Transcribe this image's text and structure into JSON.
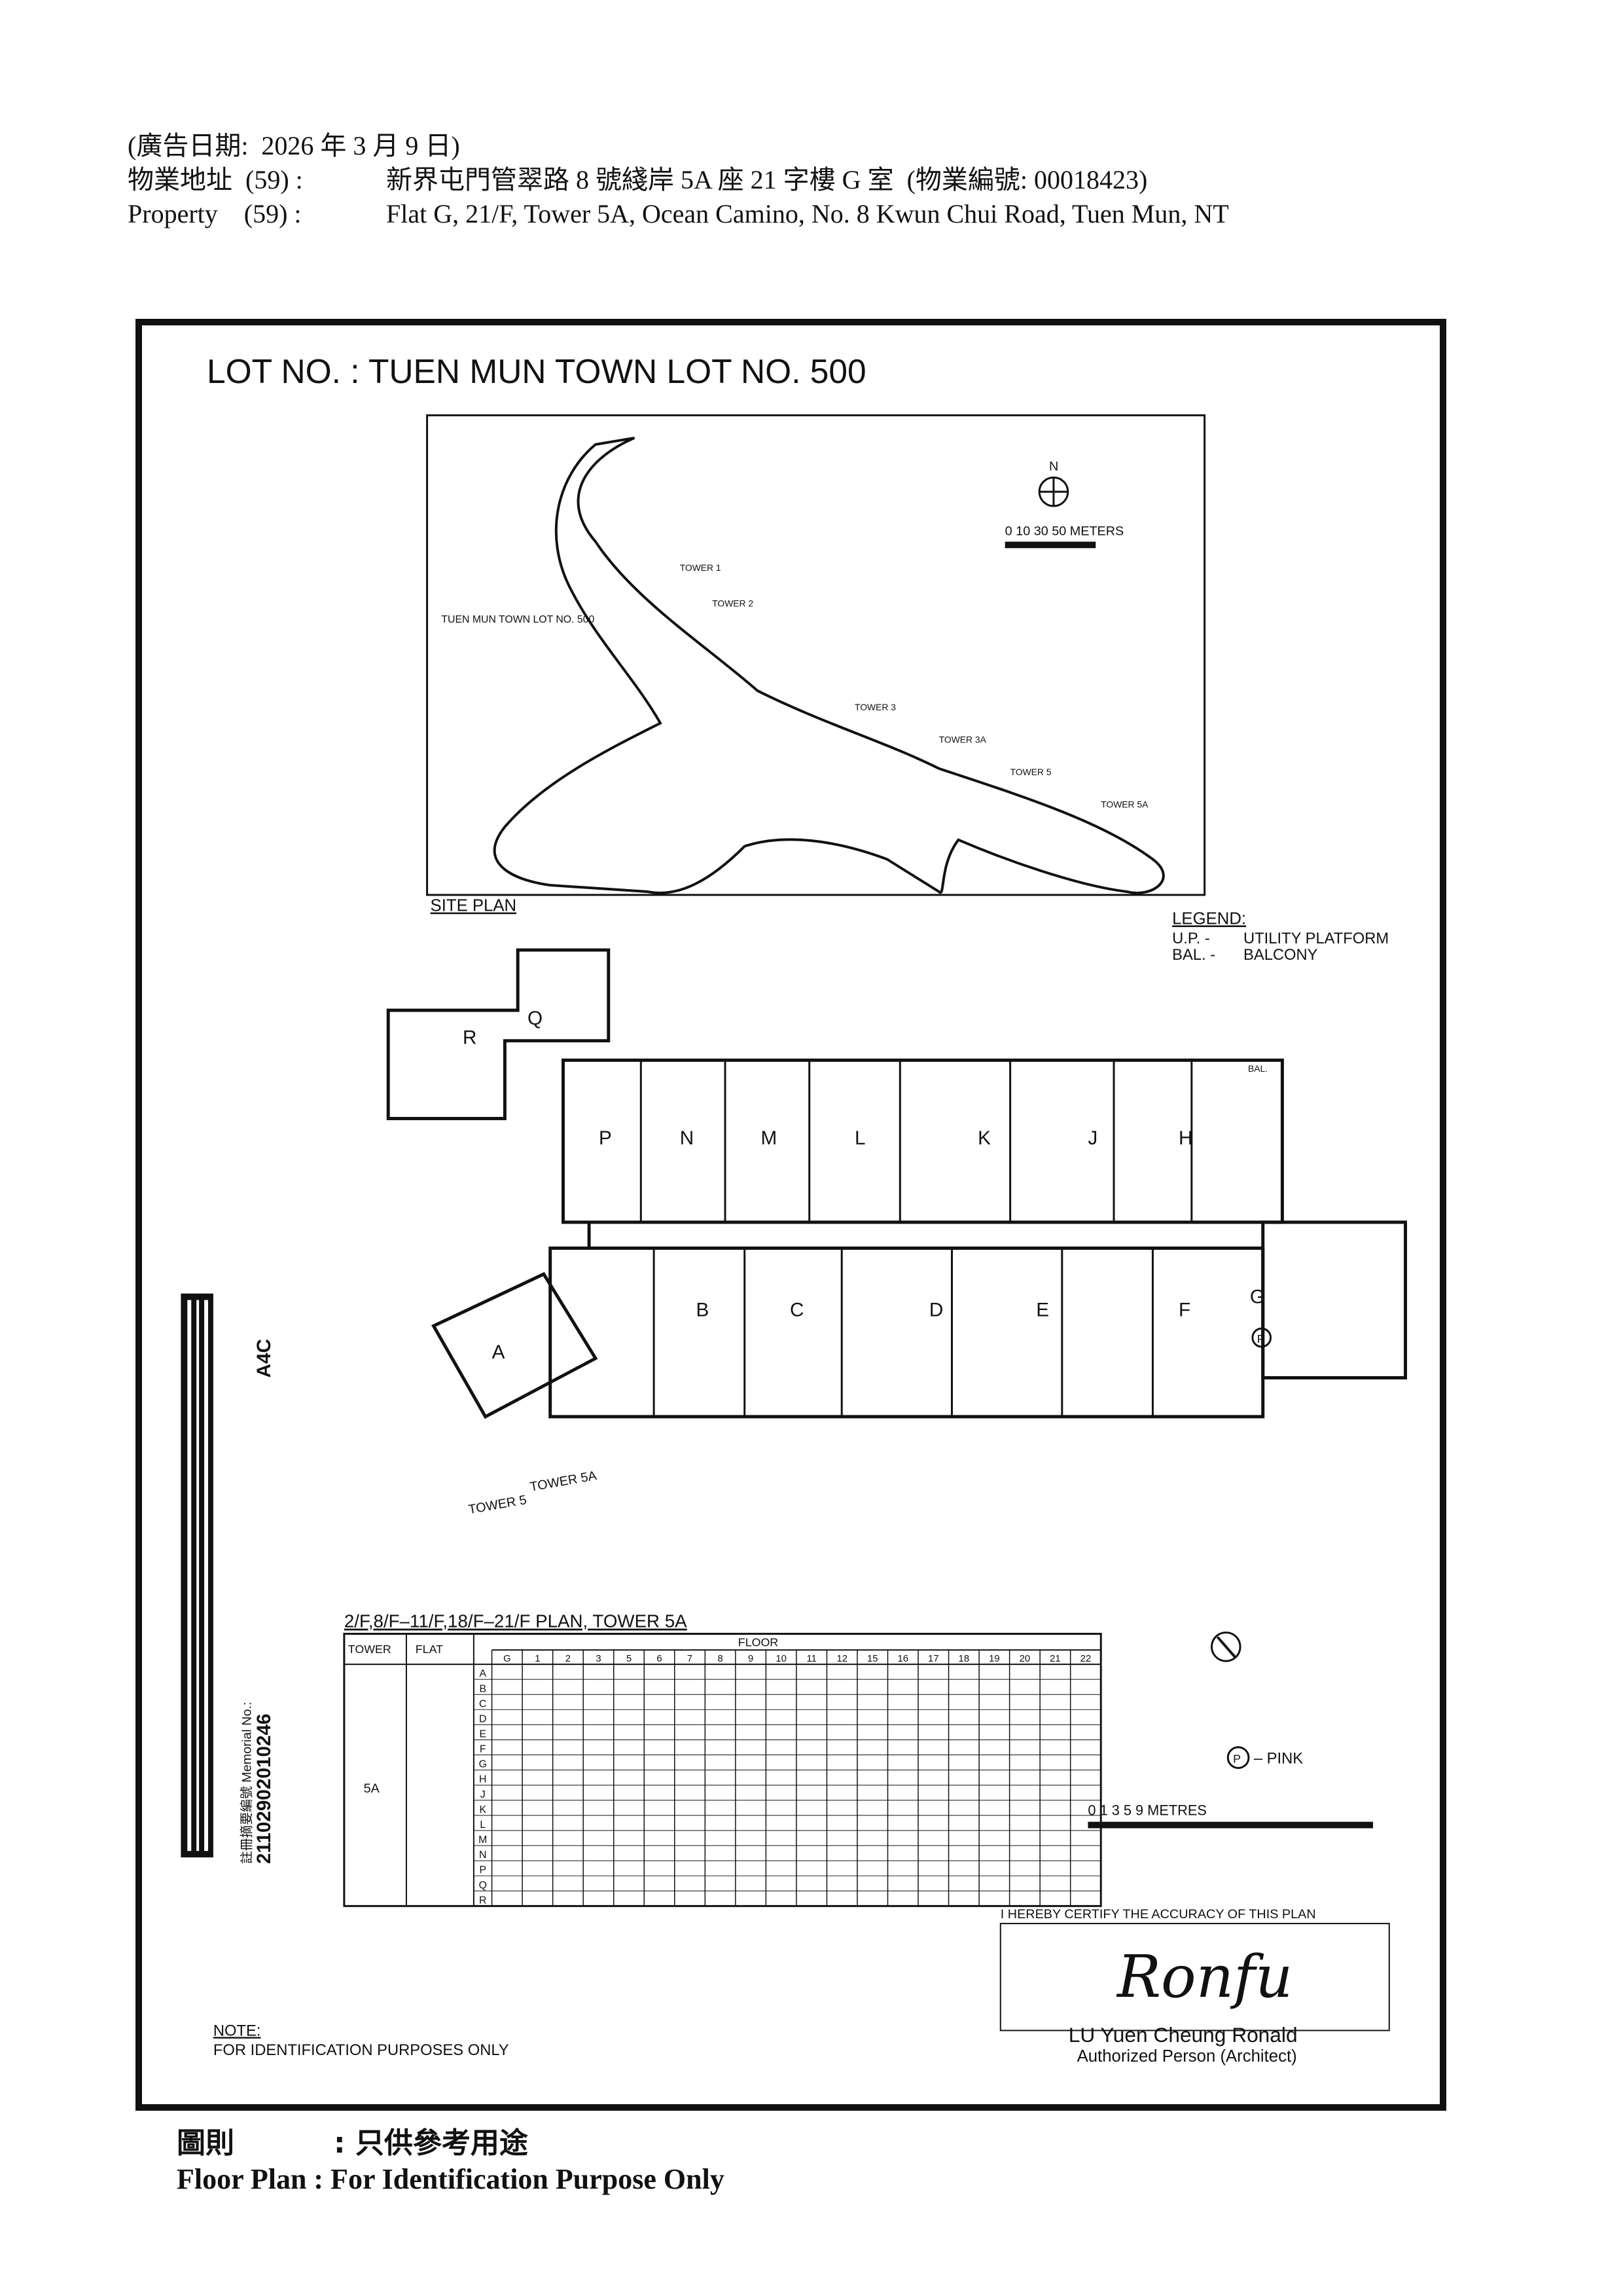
{
  "header": {
    "ad_date": "(廣告日期:  2026 年 3 月 9 日)",
    "address_label": "物業地址  (59) :",
    "address_zh": "新界屯門管翠路 8 號綫岸 5A 座 21 字樓 G 室  (物業編號: 00018423)",
    "property_label": "Property    (59) :",
    "address_en": "Flat G, 21/F, Tower 5A, Ocean Camino, No. 8 Kwun Chui Road, Tuen Mun, NT"
  },
  "plan": {
    "lot_title": "LOT NO. :  TUEN MUN TOWN LOT NO. 500",
    "site_plan_label": "SITE  PLAN",
    "site_lot_label": "TUEN MUN TOWN LOT NO. 500",
    "site_scale": "0  10   30   50 METERS",
    "north": "N",
    "towers": [
      "TOWER 1",
      "TOWER 2",
      "TOWER 3",
      "TOWER 3A",
      "TOWER 5",
      "TOWER 5A"
    ],
    "legend_title": "LEGEND:",
    "legend_items": [
      {
        "key": "U.P.  -",
        "value": "UTILITY PLATFORM"
      },
      {
        "key": "BAL.  -",
        "value": "BALCONY"
      }
    ],
    "balcony_tag": "BAL.",
    "flats_top": [
      "R",
      "Q",
      "P",
      "N",
      "M",
      "L",
      "K",
      "J",
      "H"
    ],
    "flats_bottom": [
      "A",
      "B",
      "C",
      "D",
      "E",
      "F",
      "G"
    ],
    "pink_marker": "P",
    "pink_legend": "– PINK",
    "plan_scale": "0    1     3      5                  9  METRES",
    "tower_labels": [
      "TOWER 5",
      "TOWER 5A"
    ],
    "plan_caption": "2/F,8/F–11/F,18/F–21/F PLAN, TOWER 5A",
    "memorial_label": "註冊摘要編號 Memorial No.:",
    "memorial_no": "21102902010246",
    "memorial_code": "A4C",
    "certify": "I HEREBY CERTIFY THE ACCURACY OF THIS PLAN",
    "signature": "Ronfu",
    "architect_name": "LU Yuen Cheung Ronald",
    "architect_title": "Authorized Person (Architect)",
    "note_title": "NOTE:",
    "note_text": "FOR IDENTIFICATION PURPOSES ONLY"
  },
  "table": {
    "col_tower": "TOWER",
    "col_flat": "FLAT",
    "col_floor": "FLOOR",
    "floors": [
      "G",
      "1",
      "2",
      "3",
      "5",
      "6",
      "7",
      "8",
      "9",
      "10",
      "11",
      "12",
      "15",
      "16",
      "17",
      "18",
      "19",
      "20",
      "21",
      "22"
    ],
    "tower": "5A",
    "flats": [
      "A",
      "B",
      "C",
      "D",
      "E",
      "F",
      "G",
      "H",
      "J",
      "K",
      "L",
      "M",
      "N",
      "P",
      "Q",
      "R"
    ]
  },
  "footer": {
    "label_zh": "圖則",
    "text_zh": ": 只供參考用途",
    "label_en": "Floor Plan : For Identification Purpose Only"
  }
}
